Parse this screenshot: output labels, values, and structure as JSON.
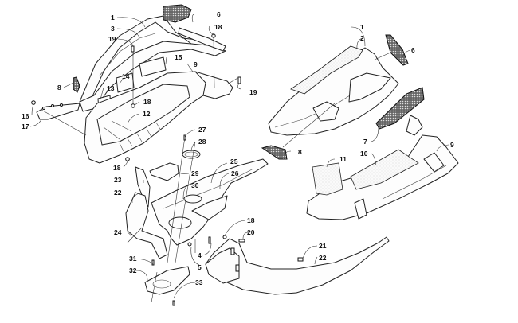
{
  "diagram": {
    "title": "Exploded parts diagram – hood / nose pan / console assembly",
    "callouts": [
      {
        "id": "c1a",
        "text": "1"
      },
      {
        "id": "c3",
        "text": "3"
      },
      {
        "id": "c19a",
        "text": "19"
      },
      {
        "id": "c6a",
        "text": "6"
      },
      {
        "id": "c18a",
        "text": "18"
      },
      {
        "id": "c15",
        "text": "15"
      },
      {
        "id": "c9a",
        "text": "9"
      },
      {
        "id": "c14",
        "text": "14"
      },
      {
        "id": "c13",
        "text": "13"
      },
      {
        "id": "c8a",
        "text": "8"
      },
      {
        "id": "c19b",
        "text": "19"
      },
      {
        "id": "c18b",
        "text": "18"
      },
      {
        "id": "c16",
        "text": "16"
      },
      {
        "id": "c12",
        "text": "12"
      },
      {
        "id": "c17",
        "text": "17"
      },
      {
        "id": "c27",
        "text": "27"
      },
      {
        "id": "c28",
        "text": "28"
      },
      {
        "id": "c18c",
        "text": "18"
      },
      {
        "id": "c25",
        "text": "25"
      },
      {
        "id": "c23",
        "text": "23"
      },
      {
        "id": "c29",
        "text": "29"
      },
      {
        "id": "c26",
        "text": "26"
      },
      {
        "id": "c30",
        "text": "30"
      },
      {
        "id": "c22a",
        "text": "22"
      },
      {
        "id": "c24",
        "text": "24"
      },
      {
        "id": "c18d",
        "text": "18"
      },
      {
        "id": "c20",
        "text": "20"
      },
      {
        "id": "c4",
        "text": "4"
      },
      {
        "id": "c31",
        "text": "31"
      },
      {
        "id": "c5",
        "text": "5"
      },
      {
        "id": "c32",
        "text": "32"
      },
      {
        "id": "c33",
        "text": "33"
      },
      {
        "id": "c21",
        "text": "21"
      },
      {
        "id": "c22b",
        "text": "22"
      },
      {
        "id": "c1b",
        "text": "1"
      },
      {
        "id": "c2",
        "text": "2"
      },
      {
        "id": "c6b",
        "text": "6"
      },
      {
        "id": "c7",
        "text": "7"
      },
      {
        "id": "c8b",
        "text": "8"
      },
      {
        "id": "c9b",
        "text": "9"
      },
      {
        "id": "c10",
        "text": "10"
      },
      {
        "id": "c11",
        "text": "11"
      }
    ]
  }
}
